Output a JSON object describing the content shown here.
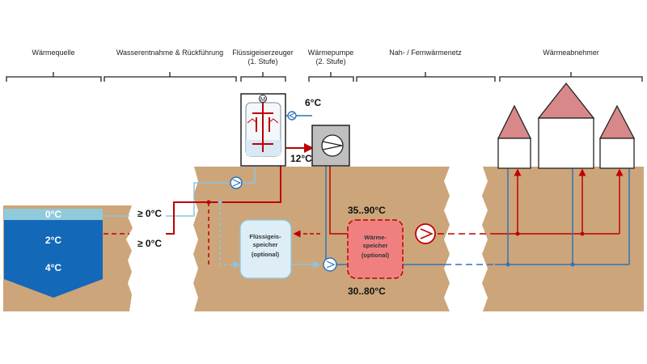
{
  "headers": {
    "heat_source": "Wärmequelle",
    "water_intake": "Wasserentnahme & Rückführung",
    "ice_generator_line1": "Flüssigeiserzeuger",
    "ice_generator_line2": "(1. Stufe)",
    "heat_pump_line1": "Wärmepumpe",
    "heat_pump_line2": "(2. Stufe)",
    "district_network": "Nah- / Fernwärmenetz",
    "consumers": "Wärmeabnehmer"
  },
  "lake": {
    "temp_surface": "0°C",
    "temp_middle": "2°C",
    "temp_bottom": "4°C"
  },
  "labels": {
    "intake_temp_top": "≥ 0°C",
    "intake_temp_bottom": "≥ 0°C",
    "temp_6": "6°C",
    "temp_12": "12°C",
    "temp_supply": "35..90°C",
    "temp_return": "30..80°C",
    "ice_storage_line1": "Flüssigeis-",
    "ice_storage_line2": "speicher",
    "ice_storage_line3": "(optional)",
    "heat_storage_line1": "Wärme-",
    "heat_storage_line2": "speicher",
    "heat_storage_line3": "(optional)",
    "motor_symbol": "M"
  },
  "colors": {
    "ground": "#CDA57A",
    "water": "#1468B8",
    "water_surface": "#8FCBDB",
    "hot_pipe": "#C00000",
    "cold_pipe": "#2E75B6",
    "light_pipe": "#8FC3E0",
    "ice_storage": "#DDEEF6",
    "heat_storage": "#F08080",
    "roof": "#D88888"
  }
}
